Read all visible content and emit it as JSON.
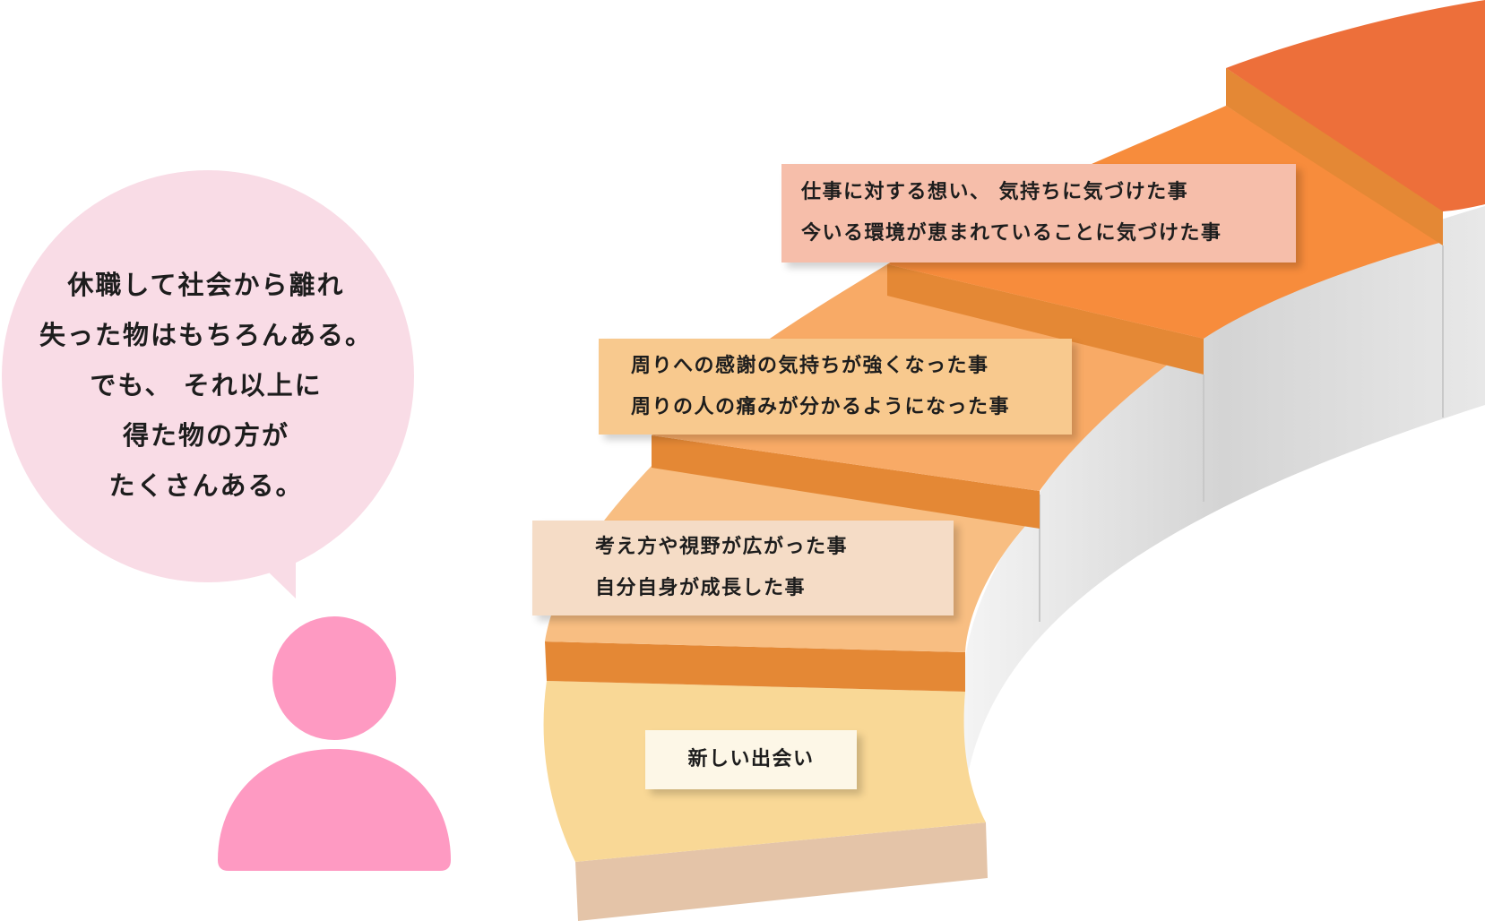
{
  "speech_bubble": {
    "lines": [
      "休職して社会から離れ",
      "失った物はもちろんある。",
      "でも、 それ以上に",
      "得た物の方が",
      "たくさんある。"
    ]
  },
  "steps": [
    {
      "lines": [
        "新しい出会い"
      ],
      "color": "#f9d896",
      "label_bg": "#fdf7e7"
    },
    {
      "lines": [
        "考え方や視野が広がった事",
        "自分自身が成長した事"
      ],
      "color": "#f8be82",
      "label_bg": "#f5dcc6"
    },
    {
      "lines": [
        "周りへの感謝の気持ちが強くなった事",
        "周りの人の痛みが分かるようになった事"
      ],
      "color": "#f8aa66",
      "label_bg": "#f8c98e"
    },
    {
      "lines": [
        "仕事に対する想い、 気持ちに気づけた事",
        "今いる環境が恵まれていることに気づけた事"
      ],
      "color": "#f78c3c",
      "label_bg": "#f6beaa"
    }
  ],
  "colors": {
    "bubble": "#f9dce6",
    "person": "#fe9ac2",
    "riser": "#e48835",
    "top_step": "#ed6f3a",
    "wall": "#dcdcdc",
    "base": "#e4c4a8"
  },
  "icons": [
    "person-icon",
    "speech-bubble"
  ]
}
